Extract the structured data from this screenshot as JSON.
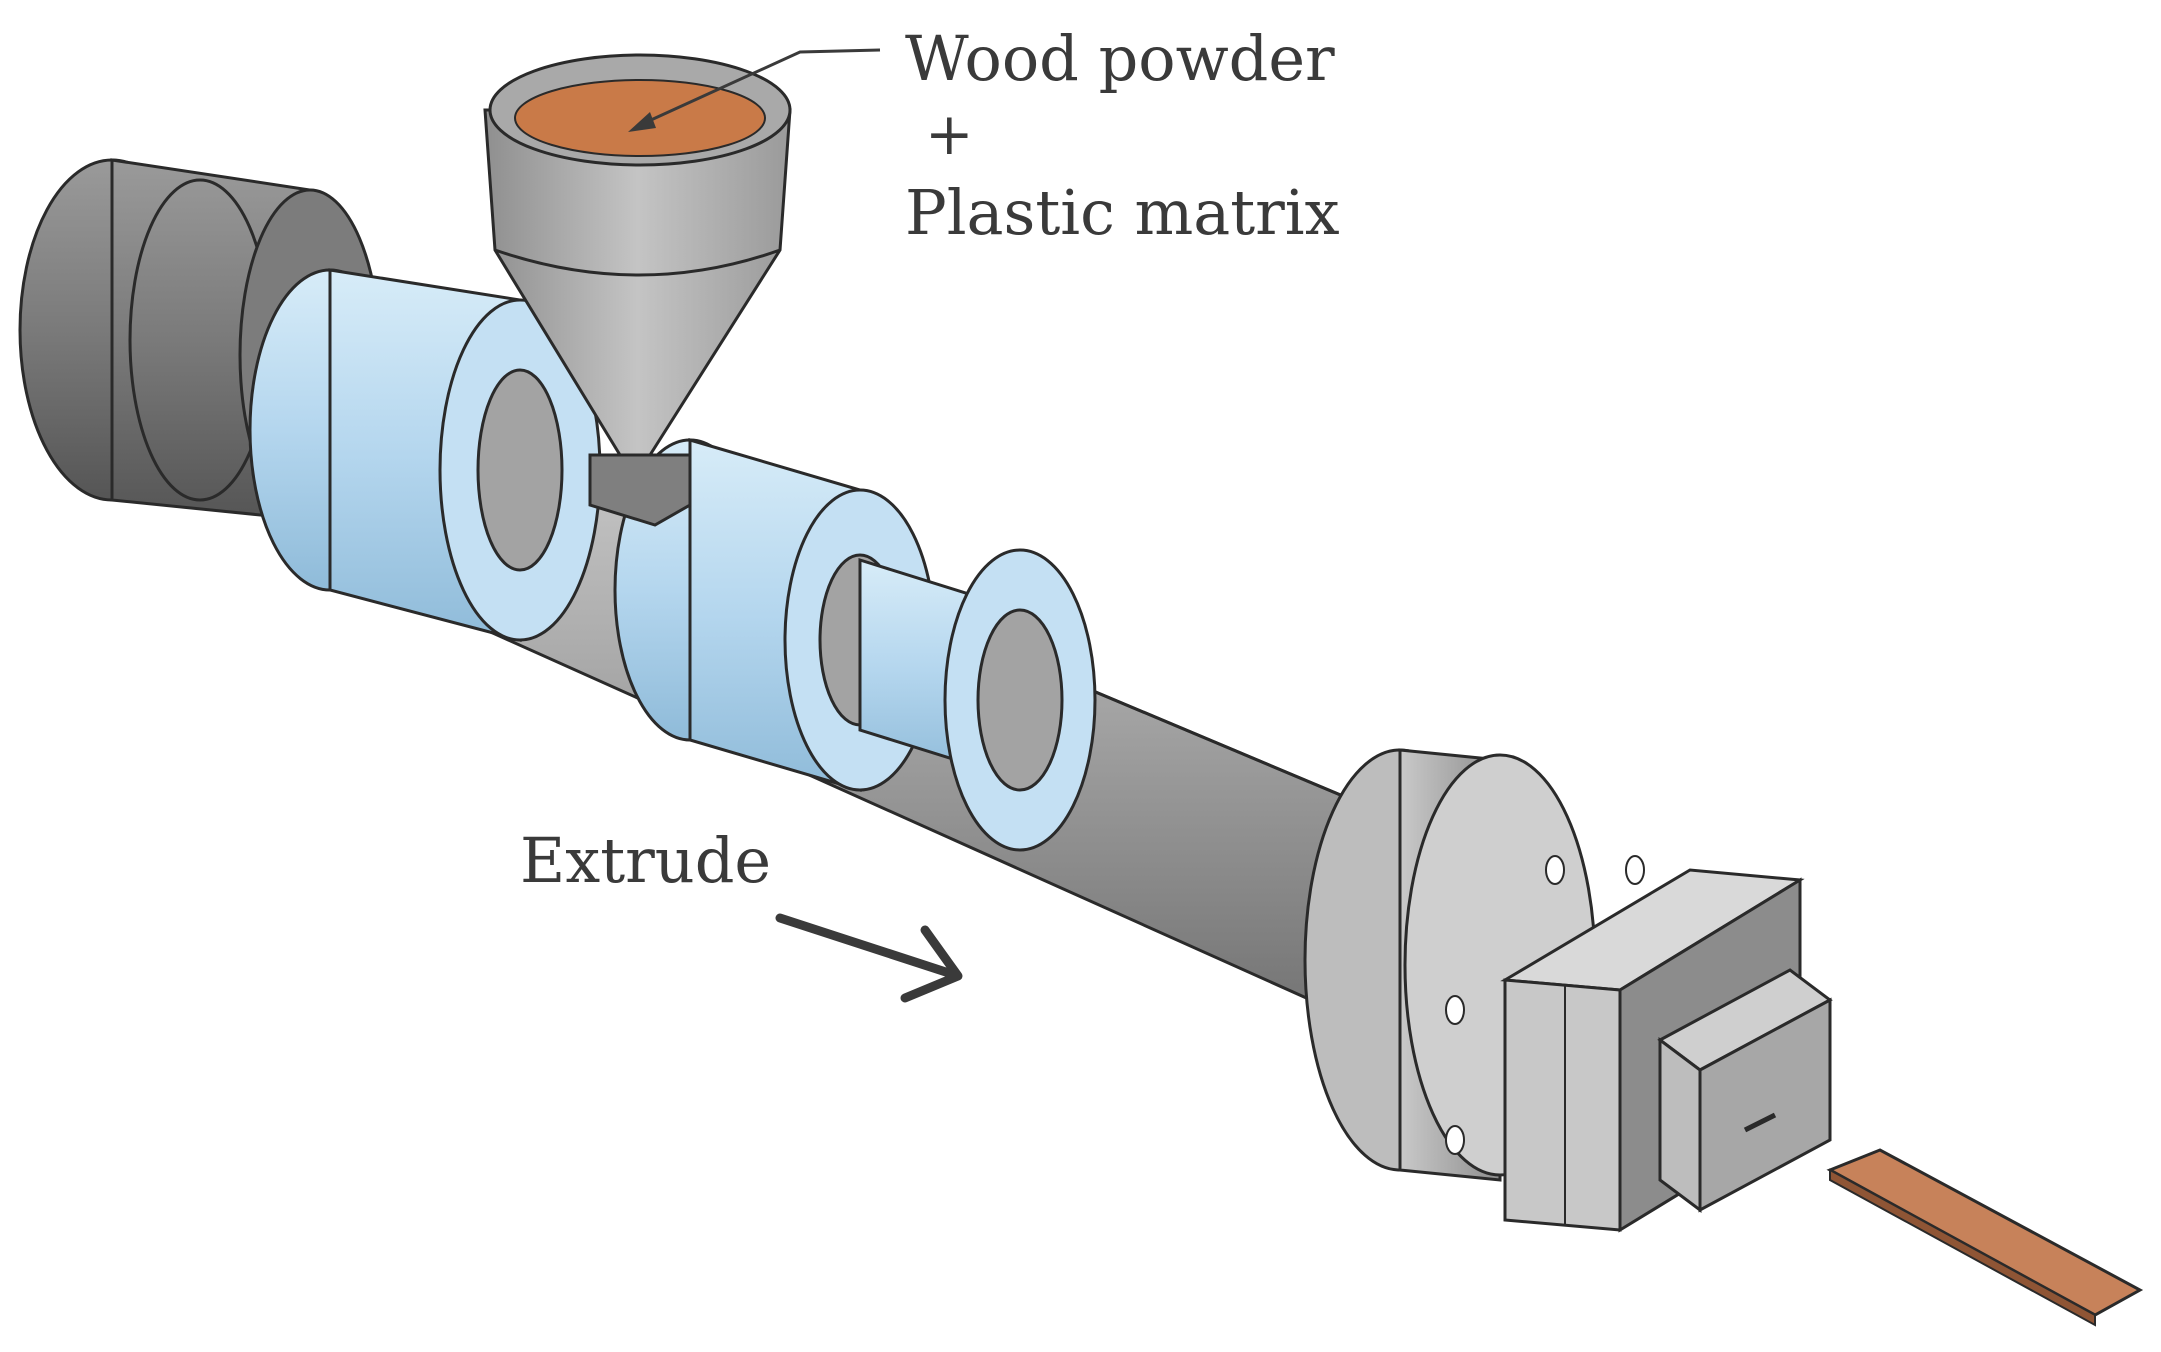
{
  "annotations": {
    "feed_line1": "Wood powder",
    "feed_line2": "+",
    "feed_line3": "Plastic matrix",
    "direction": "Extrude"
  },
  "colors": {
    "motor": "#7d7d7d",
    "barrel": "#a8a8a8",
    "heater_band": "#b8d8ee",
    "hopper": "#b0b0b0",
    "powder": "#c97a48",
    "die": "#8c8c8c",
    "product": "#c7825a",
    "outline": "#2a2a2a"
  },
  "icons": {
    "direction_arrow": "arrow-right-down-icon",
    "pointer_arrow": "leader-arrow-icon"
  }
}
